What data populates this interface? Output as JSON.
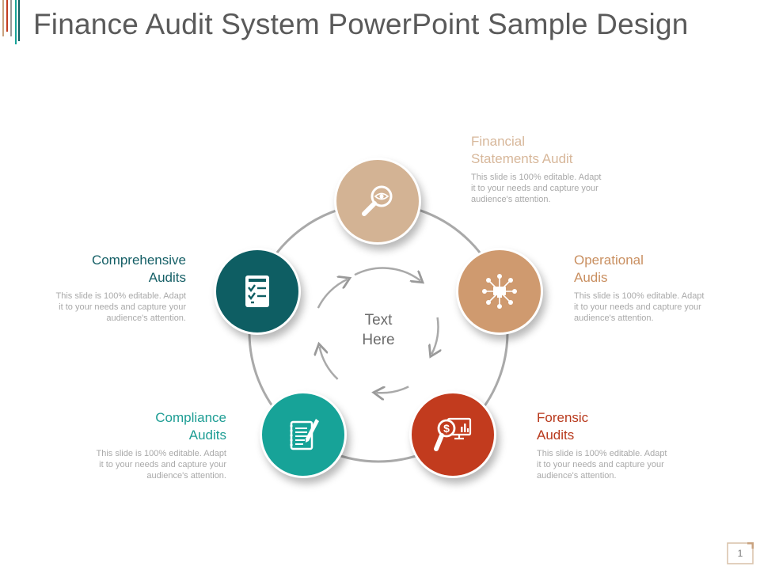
{
  "title": "Finance Audit System PowerPoint Sample Design",
  "center_text": [
    "Text",
    "Here"
  ],
  "nodes": [
    {
      "id": "financial",
      "heading": [
        "Financial",
        "Statements Audit"
      ],
      "icon": "magnifier-eye-icon",
      "color": "#d3b394",
      "desc": [
        "This slide is 100% editable. Adapt",
        "it to your needs and capture your",
        "audience's attention."
      ]
    },
    {
      "id": "operational",
      "heading": [
        "Operational",
        "Audis"
      ],
      "icon": "network-hub-icon",
      "color": "#cf9a6f",
      "desc": [
        "This slide is 100% editable. Adapt",
        "it to your needs and capture your",
        "audience's attention."
      ]
    },
    {
      "id": "forensic",
      "heading": [
        "Forensic",
        "Audits"
      ],
      "icon": "dollar-magnifier-chart-icon",
      "color": "#c23b1e",
      "desc": [
        "This slide is 100% editable. Adapt",
        "it to your needs and capture your",
        "audience's attention."
      ]
    },
    {
      "id": "compliance",
      "heading": [
        "Compliance",
        "Audits"
      ],
      "icon": "notepad-pen-icon",
      "color": "#17a398",
      "desc": [
        "This slide is 100% editable. Adapt",
        "it to your needs and capture your",
        "audience's attention."
      ]
    },
    {
      "id": "comprehensive",
      "heading": [
        "Comprehensive",
        "Audits"
      ],
      "icon": "checklist-icon",
      "color": "#0e5e63",
      "desc": [
        "This slide is 100% editable. Adapt",
        "it to your needs and capture your",
        "audience's attention."
      ]
    }
  ],
  "page_number": "1"
}
